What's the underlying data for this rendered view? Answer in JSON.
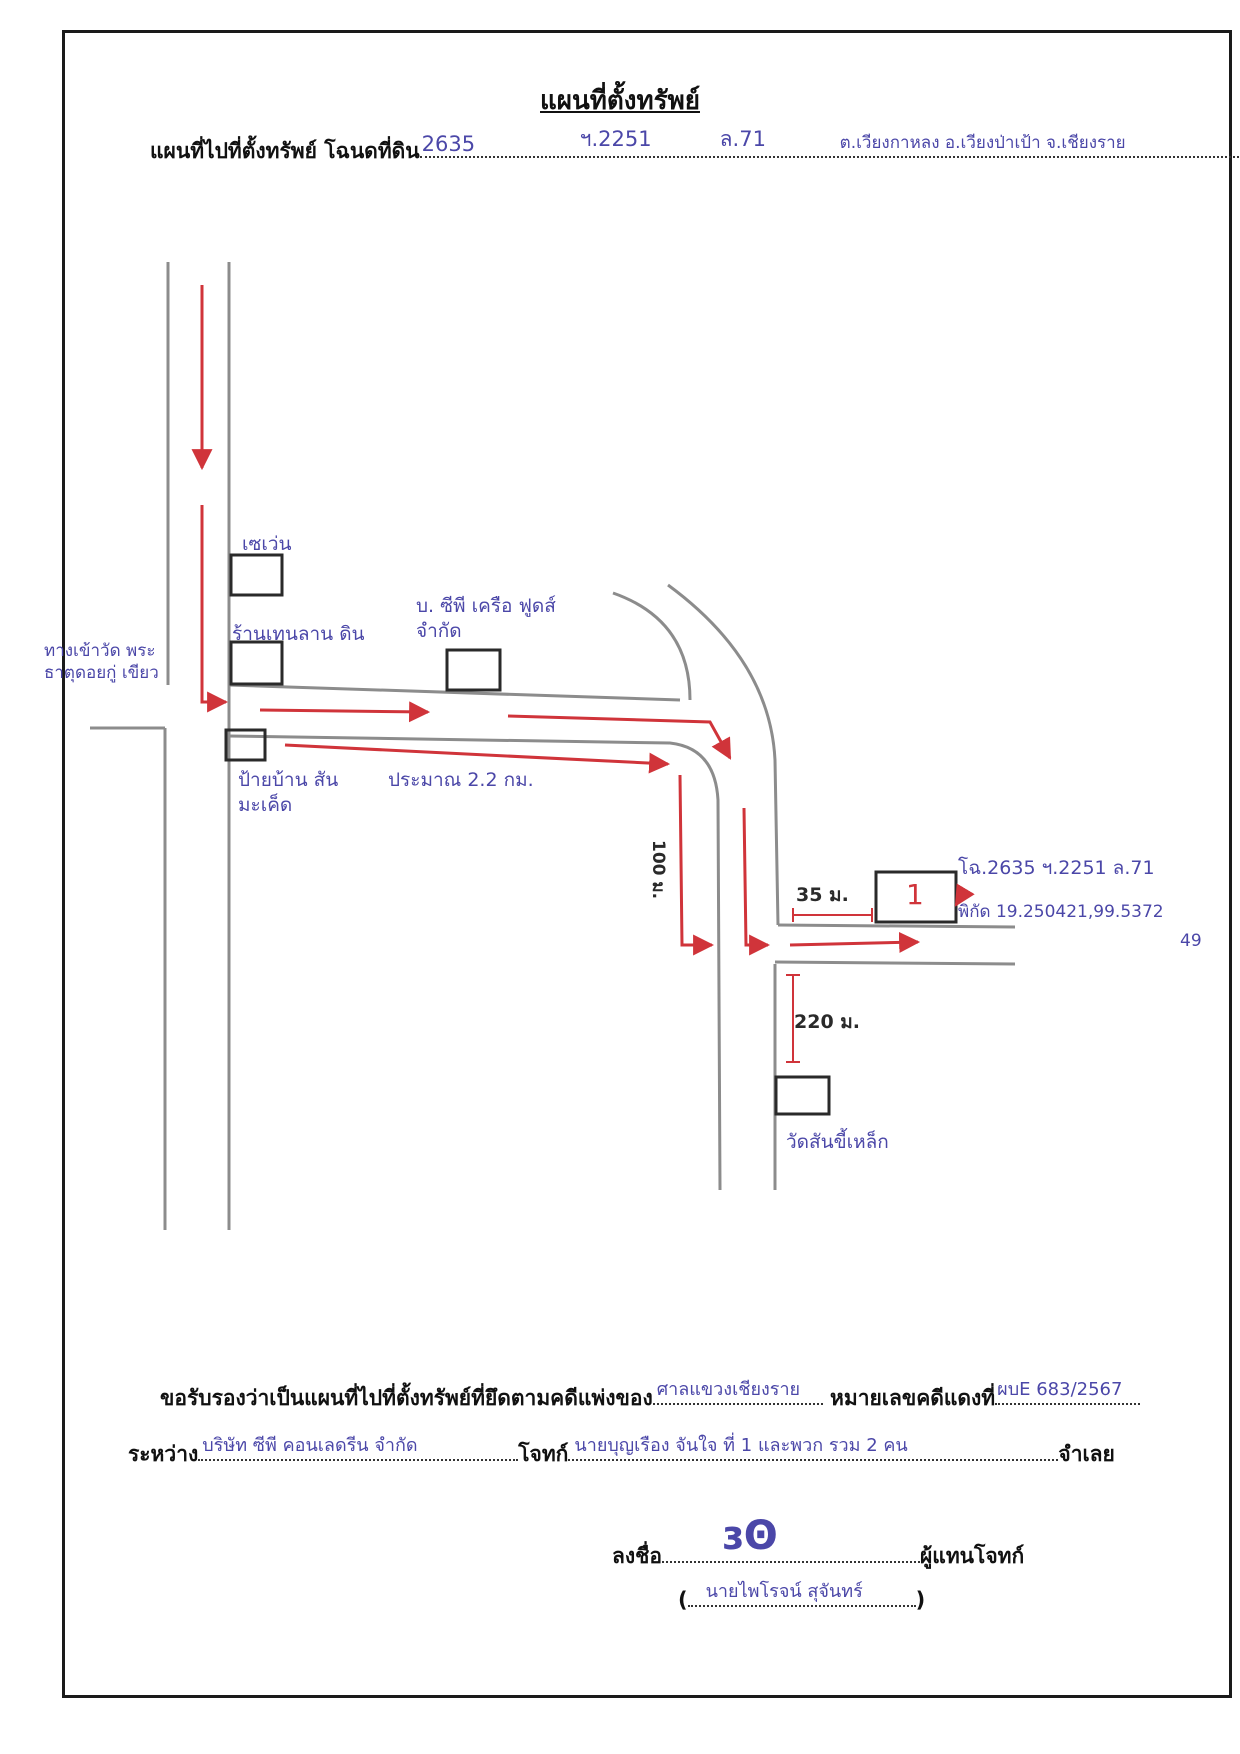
{
  "title": "แผนที่ตั้งทรัพย์",
  "header_line": {
    "label": "แผนที่ไปที่ตั้งทรัพย์ โฉนดที่ดิน",
    "deed_no": "2635",
    "volume": "ฯ.2251",
    "page": "ล.71",
    "location": "ต.เวียงกาหลง อ.เวียงป่าเป้า จ.เชียงราย"
  },
  "map": {
    "labels": {
      "seven_eleven": "เซเว่น",
      "shop": "ร้านเทนลาน ดิน",
      "cp": "บ. ซีพี เครือ ฟูดส์ จำกัด",
      "entrance_wat": "ทางเข้าวัด พระธาตุดอยกู่ เขียว",
      "sign_ban": "ป้ายบ้าน สันมะเค็ด",
      "distance_main": "ประมาณ 2.2 กม.",
      "distance_100": "100 ม.",
      "distance_35": "35 ม.",
      "distance_220": "220 ม.",
      "wat": "วัดสันขี้เหล็ก",
      "plot_number": "1",
      "plot_desc": "โฉ.2635 ฯ.2251 ล.71",
      "coords": "พิกัด 19.250421,99.5372",
      "coords_tail": "49"
    },
    "colors": {
      "road": "#8c8c8c",
      "arrow": "#d0343a",
      "box": "#2a2a2a"
    }
  },
  "certify": {
    "prefix": "ขอรับรองว่าเป็นแผนที่ไปที่ตั้งทรัพย์ที่ยึดตามคดีแพ่งของ",
    "court": "ศาลแขวงเชียงราย",
    "case_label": "หมายเลขคดีแดงที่",
    "case_no": "ผบE 683/2567",
    "between_label": "ระหว่าง",
    "plaintiff": "บริษัท ซีพี คอนเลดรีน จำกัด",
    "plaintiff_label": "โจทก์",
    "defendant": "นายบุญเรือง จันใจ ที่ 1 และพวก รวม 2 คน",
    "defendant_label": "จำเลย"
  },
  "signature": {
    "sign_label": "ลงชื่อ",
    "sign_mark": "ɜꙨ",
    "role": "ผู้แทนโจทก์",
    "name": "นายไพโรจน์ สุจันทร์"
  }
}
